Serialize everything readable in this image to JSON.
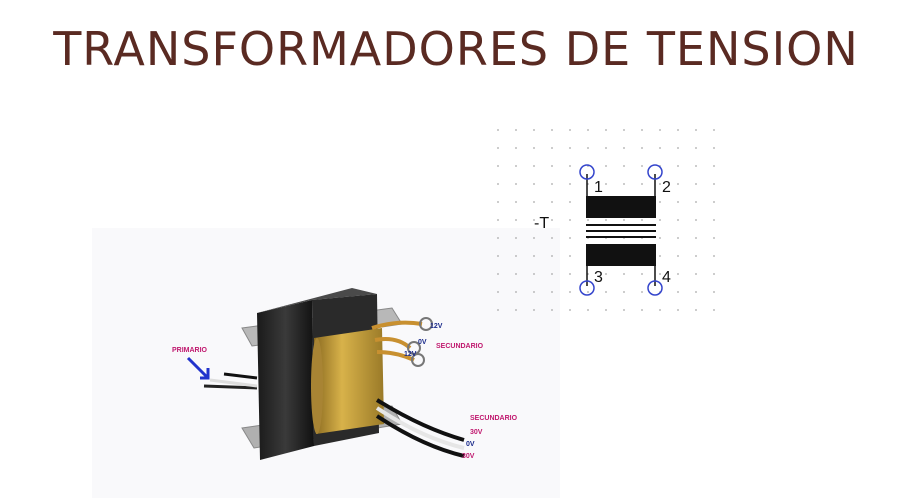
{
  "title": "TRANSFORMADORES DE TENSION",
  "photo": {
    "primary_label": "PRIMARIO",
    "secondary_top_label": "SECUNDARIO",
    "secondary_top_taps": [
      "12V",
      "0V",
      "12V"
    ],
    "secondary_bottom_label": "SECUNDARIO",
    "secondary_bottom_taps": [
      "30V",
      "0V",
      "30V"
    ]
  },
  "schematic": {
    "designator": "-T",
    "pins": [
      "1",
      "2",
      "3",
      "4"
    ]
  },
  "colors": {
    "title": "#5a2a22",
    "label_magenta": "#c0186e",
    "label_navy": "#1a2a8a",
    "arrow_blue": "#2233cc",
    "pin_blue": "#3344cc"
  }
}
